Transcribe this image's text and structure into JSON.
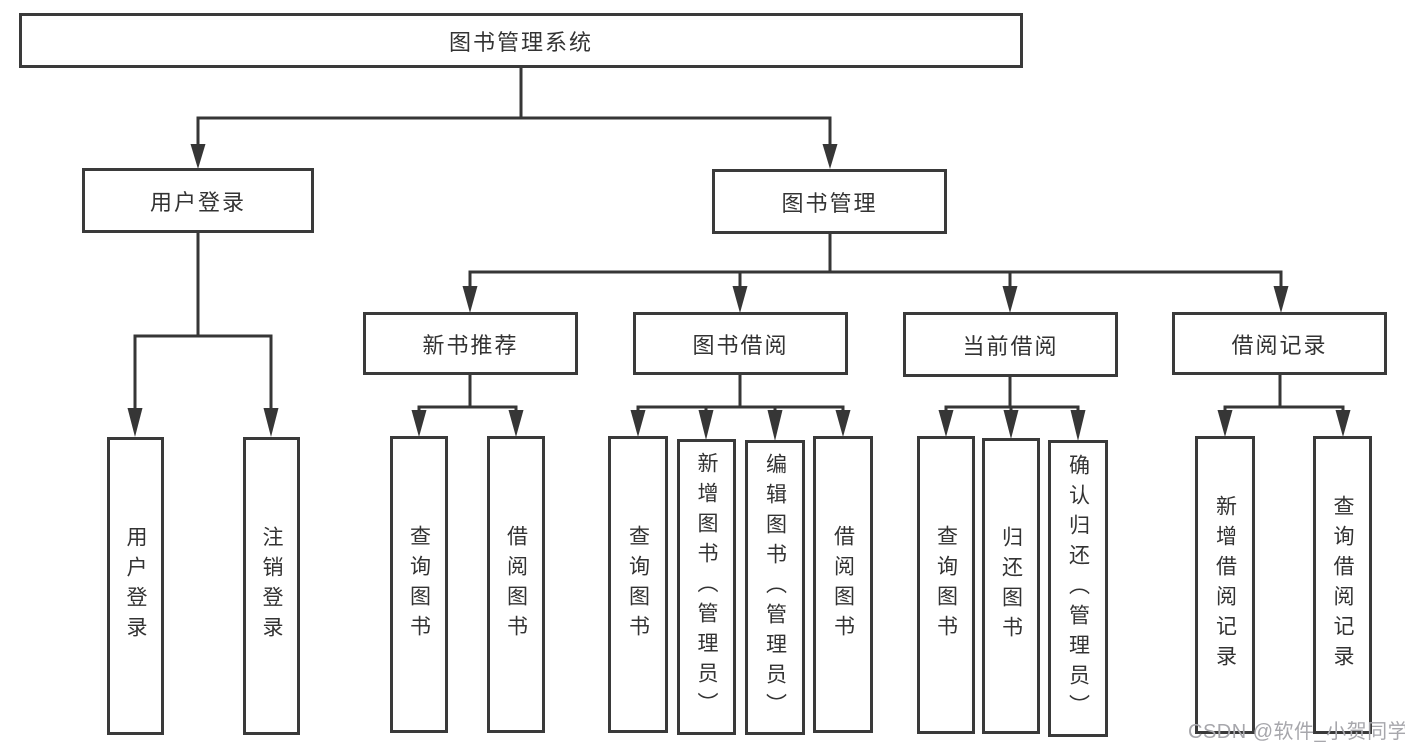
{
  "nodes": {
    "root": {
      "label": "图书管理系统"
    },
    "user_login": {
      "label": "用户登录"
    },
    "book_management": {
      "label": "图书管理"
    },
    "new_book_recommend": {
      "label": "新书推荐"
    },
    "book_borrow": {
      "label": "图书借阅"
    },
    "current_borrow": {
      "label": "当前借阅"
    },
    "borrow_records": {
      "label": "借阅记录"
    },
    "leaf_user_login": {
      "label": "用户登录"
    },
    "leaf_logout": {
      "label": "注销登录"
    },
    "leaf_nbr_query_books": {
      "label": "查询图书"
    },
    "leaf_nbr_borrow_books": {
      "label": "借阅图书"
    },
    "leaf_bb_query_books": {
      "label": "查询图书"
    },
    "leaf_bb_add_books_admin": {
      "label": "新增图书（管理员）"
    },
    "leaf_bb_edit_books_admin": {
      "label": "编辑图书（管理员）"
    },
    "leaf_bb_borrow_books": {
      "label": "借阅图书"
    },
    "leaf_cb_query_books": {
      "label": "查询图书"
    },
    "leaf_cb_return_books": {
      "label": "归还图书"
    },
    "leaf_cb_confirm_return_admin": {
      "label": "确认归还（管理员）"
    },
    "leaf_br_add_record": {
      "label": "新增借阅记录"
    },
    "leaf_br_query_record": {
      "label": "查询借阅记录"
    }
  },
  "colors": {
    "line": "#363636",
    "box_border": "#3a3a3a",
    "text": "#333333",
    "watermark": "#a7a7ac",
    "background": "#ffffff"
  },
  "watermark": {
    "text": "CSDN @软件_小贺同学"
  }
}
